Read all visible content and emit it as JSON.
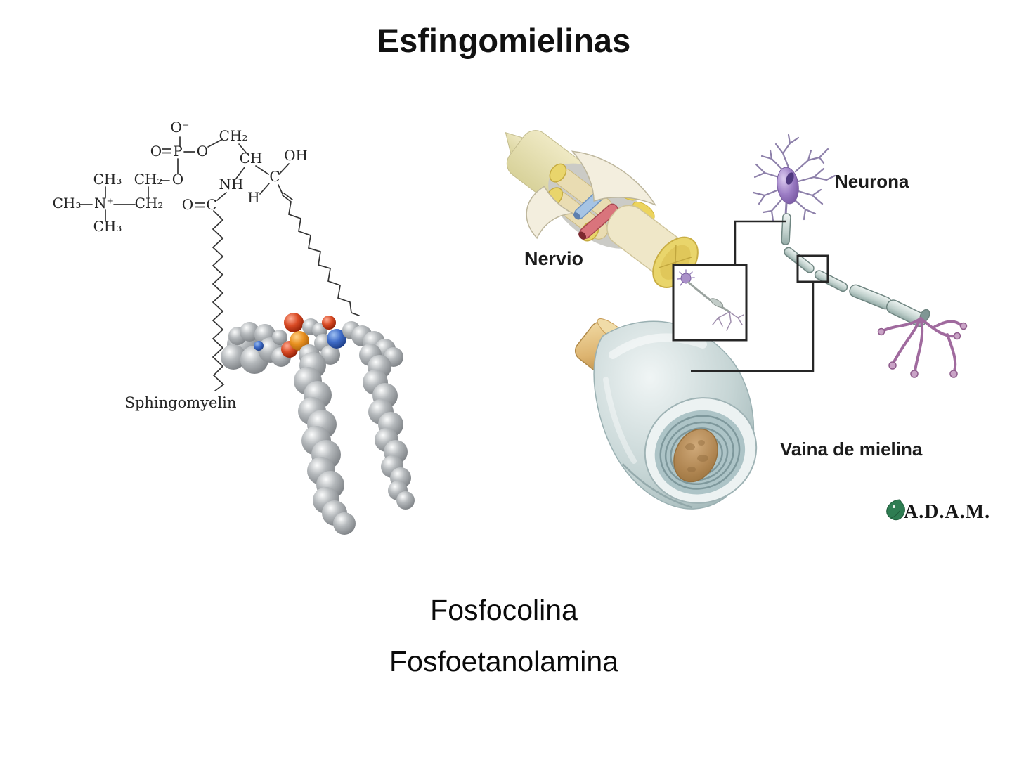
{
  "slide": {
    "title": "Esfingomielinas",
    "footer_lines": [
      "Fosfocolina",
      "Fosfoetanolamina"
    ],
    "background_color": "#ffffff"
  },
  "molecule_figure": {
    "caption": "Sphingomyelin",
    "labels": [
      "O⁻",
      "O",
      "P",
      "O",
      "CH₂",
      "CH",
      "OH",
      "CH₃",
      "CH₂",
      "O",
      "CH₃",
      "N⁺",
      "CH₂",
      "CH₃",
      "NH",
      "H",
      "C",
      "O",
      "C"
    ],
    "model_colors": {
      "carbon": "#9aa0a4",
      "oxygen": "#d84a24",
      "phosphorus": "#e8901f",
      "nitrogen": "#3f6cc8"
    }
  },
  "anatomy_figure": {
    "nerve_label": "Nervio",
    "neuron_label": "Neurona",
    "myelin_label": "Vaina de mielina",
    "logo_text": "A.D.A.M."
  }
}
